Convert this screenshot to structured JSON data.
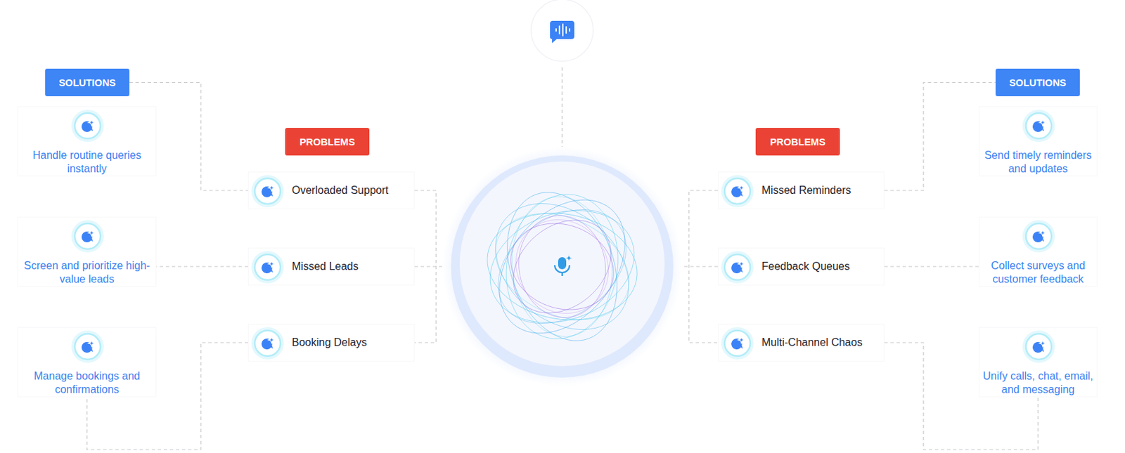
{
  "diagram": {
    "nodes": [
      {
        "text": [
          "SOLUTIONS"
        ]
      },
      {
        "text": [
          "Handle routine queries instantly"
        ]
      },
      {
        "text": [
          "Screen and prioritize high-value leads"
        ]
      },
      {
        "text": [
          "Manage bookings and confirmations"
        ]
      },
      {
        "text": [
          "PROBLEMS"
        ]
      },
      {
        "text": [
          "Overloaded Support"
        ]
      },
      {
        "text": [
          "Missed Leads"
        ]
      },
      {
        "text": [
          "Booking Delays"
        ]
      },
      {
        "text": [
          "PROBLEMS"
        ]
      },
      {
        "text": [
          "Missed Reminders"
        ]
      },
      {
        "text": [
          "Feedback Queues"
        ]
      },
      {
        "text": [
          "Multi-Channel Chaos"
        ]
      },
      {
        "text": [
          "SOLUTIONS"
        ]
      },
      {
        "text": [
          "Send timely reminders and updates"
        ]
      },
      {
        "text": [
          "Collect surveys and customer feedback"
        ]
      },
      {
        "text": [
          "Unify calls, chat, email, and messaging"
        ]
      }
    ],
    "edges": [
      {
        "from": 0,
        "to": 5,
        "arrow": "none"
      },
      {
        "from": 6,
        "to": 2,
        "arrow": "none"
      },
      {
        "from": 7,
        "to": 3,
        "arrow": "none"
      },
      {
        "from": 9,
        "to": 12,
        "arrow": "none"
      },
      {
        "from": 10,
        "to": 14,
        "arrow": "none"
      },
      {
        "from": 11,
        "to": 15,
        "arrow": "none"
      }
    ]
  }
}
